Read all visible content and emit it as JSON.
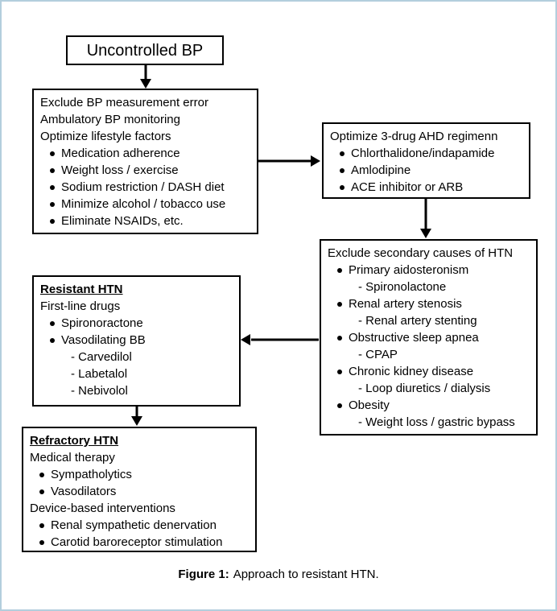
{
  "page": {
    "background": "#ffffff",
    "frame_border_color": "#b3cedd",
    "box_border_color": "#000000",
    "text_color": "#000000"
  },
  "caption": {
    "label": "Figure 1:",
    "text": "Approach to resistant HTN."
  },
  "boxes": {
    "start": {
      "title": "Uncontrolled BP"
    },
    "workup": {
      "lines": [
        "Exclude BP measurement error",
        "Ambulatory BP monitoring",
        "Optimize lifestyle factors",
        "Medication adherence",
        "Weight loss / exercise",
        "Sodium restriction / DASH diet",
        "Minimize alcohol / tobacco use",
        "Eliminate NSAIDs, etc."
      ]
    },
    "regimen": {
      "lines": [
        "Optimize 3-drug AHD regimenn",
        "Chlorthalidone/indapamide",
        "Amlodipine",
        "ACE inhibitor or ARB"
      ]
    },
    "secondary": {
      "lines": [
        "Exclude secondary causes of HTN",
        "Primary aidosteronism",
        "- Spironolactone",
        "Renal artery stenosis",
        "- Renal artery stenting",
        "Obstructive sleep apnea",
        "- CPAP",
        "Chronic kidney disease",
        "- Loop diuretics / dialysis",
        "Obesity",
        "- Weight loss / gastric bypass"
      ]
    },
    "resistant": {
      "heading": "Resistant HTN",
      "lines": [
        "First-line drugs",
        "Spironoractone",
        "Vasodilating BB",
        "- Carvedilol",
        "- Labetalol",
        "- Nebivolol"
      ]
    },
    "refractory": {
      "heading": "Refractory HTN",
      "lines": [
        "Medical therapy",
        "Sympatholytics",
        "Vasodilators",
        "Device-based interventions",
        "Renal sympathetic denervation",
        "Carotid baroreceptor stimulation"
      ]
    }
  }
}
